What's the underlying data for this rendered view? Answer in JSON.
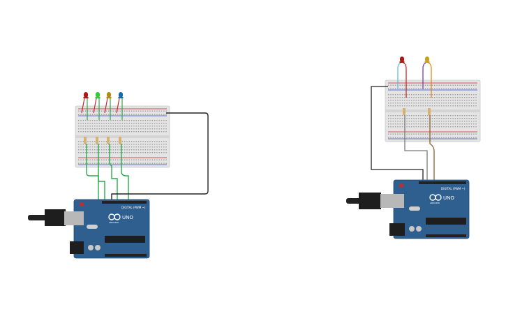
{
  "circuits": [
    {
      "id": "left",
      "leds": [
        {
          "name": "red-led",
          "color": "#b01818"
        },
        {
          "name": "green-led",
          "color": "#2fcc3a"
        },
        {
          "name": "yellow-led",
          "color": "#b08d12"
        },
        {
          "name": "blue-led",
          "color": "#1a6aa8"
        }
      ],
      "resistor_count": 4,
      "board": {
        "logo_text": "UNO",
        "brand_text": "ARDUINO",
        "digital_text": "DIGITAL (PWM ~)"
      }
    },
    {
      "id": "right",
      "leds": [
        {
          "name": "red-led",
          "color": "#b01818"
        },
        {
          "name": "yellow-led",
          "color": "#c9a21a"
        }
      ],
      "resistor_count": 2,
      "board": {
        "logo_text": "UNO",
        "brand_text": "ARDUINO",
        "digital_text": "DIGITAL (PWM ~)"
      }
    }
  ],
  "wire_colors": {
    "green": "#2aa84a",
    "black": "#222222",
    "red": "#c62828",
    "lightblue": "#6ab8e0",
    "purple": "#7b3ea6",
    "orange": "#e08a1c",
    "gray": "#7a7a7a",
    "brown": "#8a5a2a"
  },
  "board_colors": {
    "pcb": "#2f5f8e",
    "usb": "#b8b8b8",
    "power_jack": "#1e1e1e"
  }
}
